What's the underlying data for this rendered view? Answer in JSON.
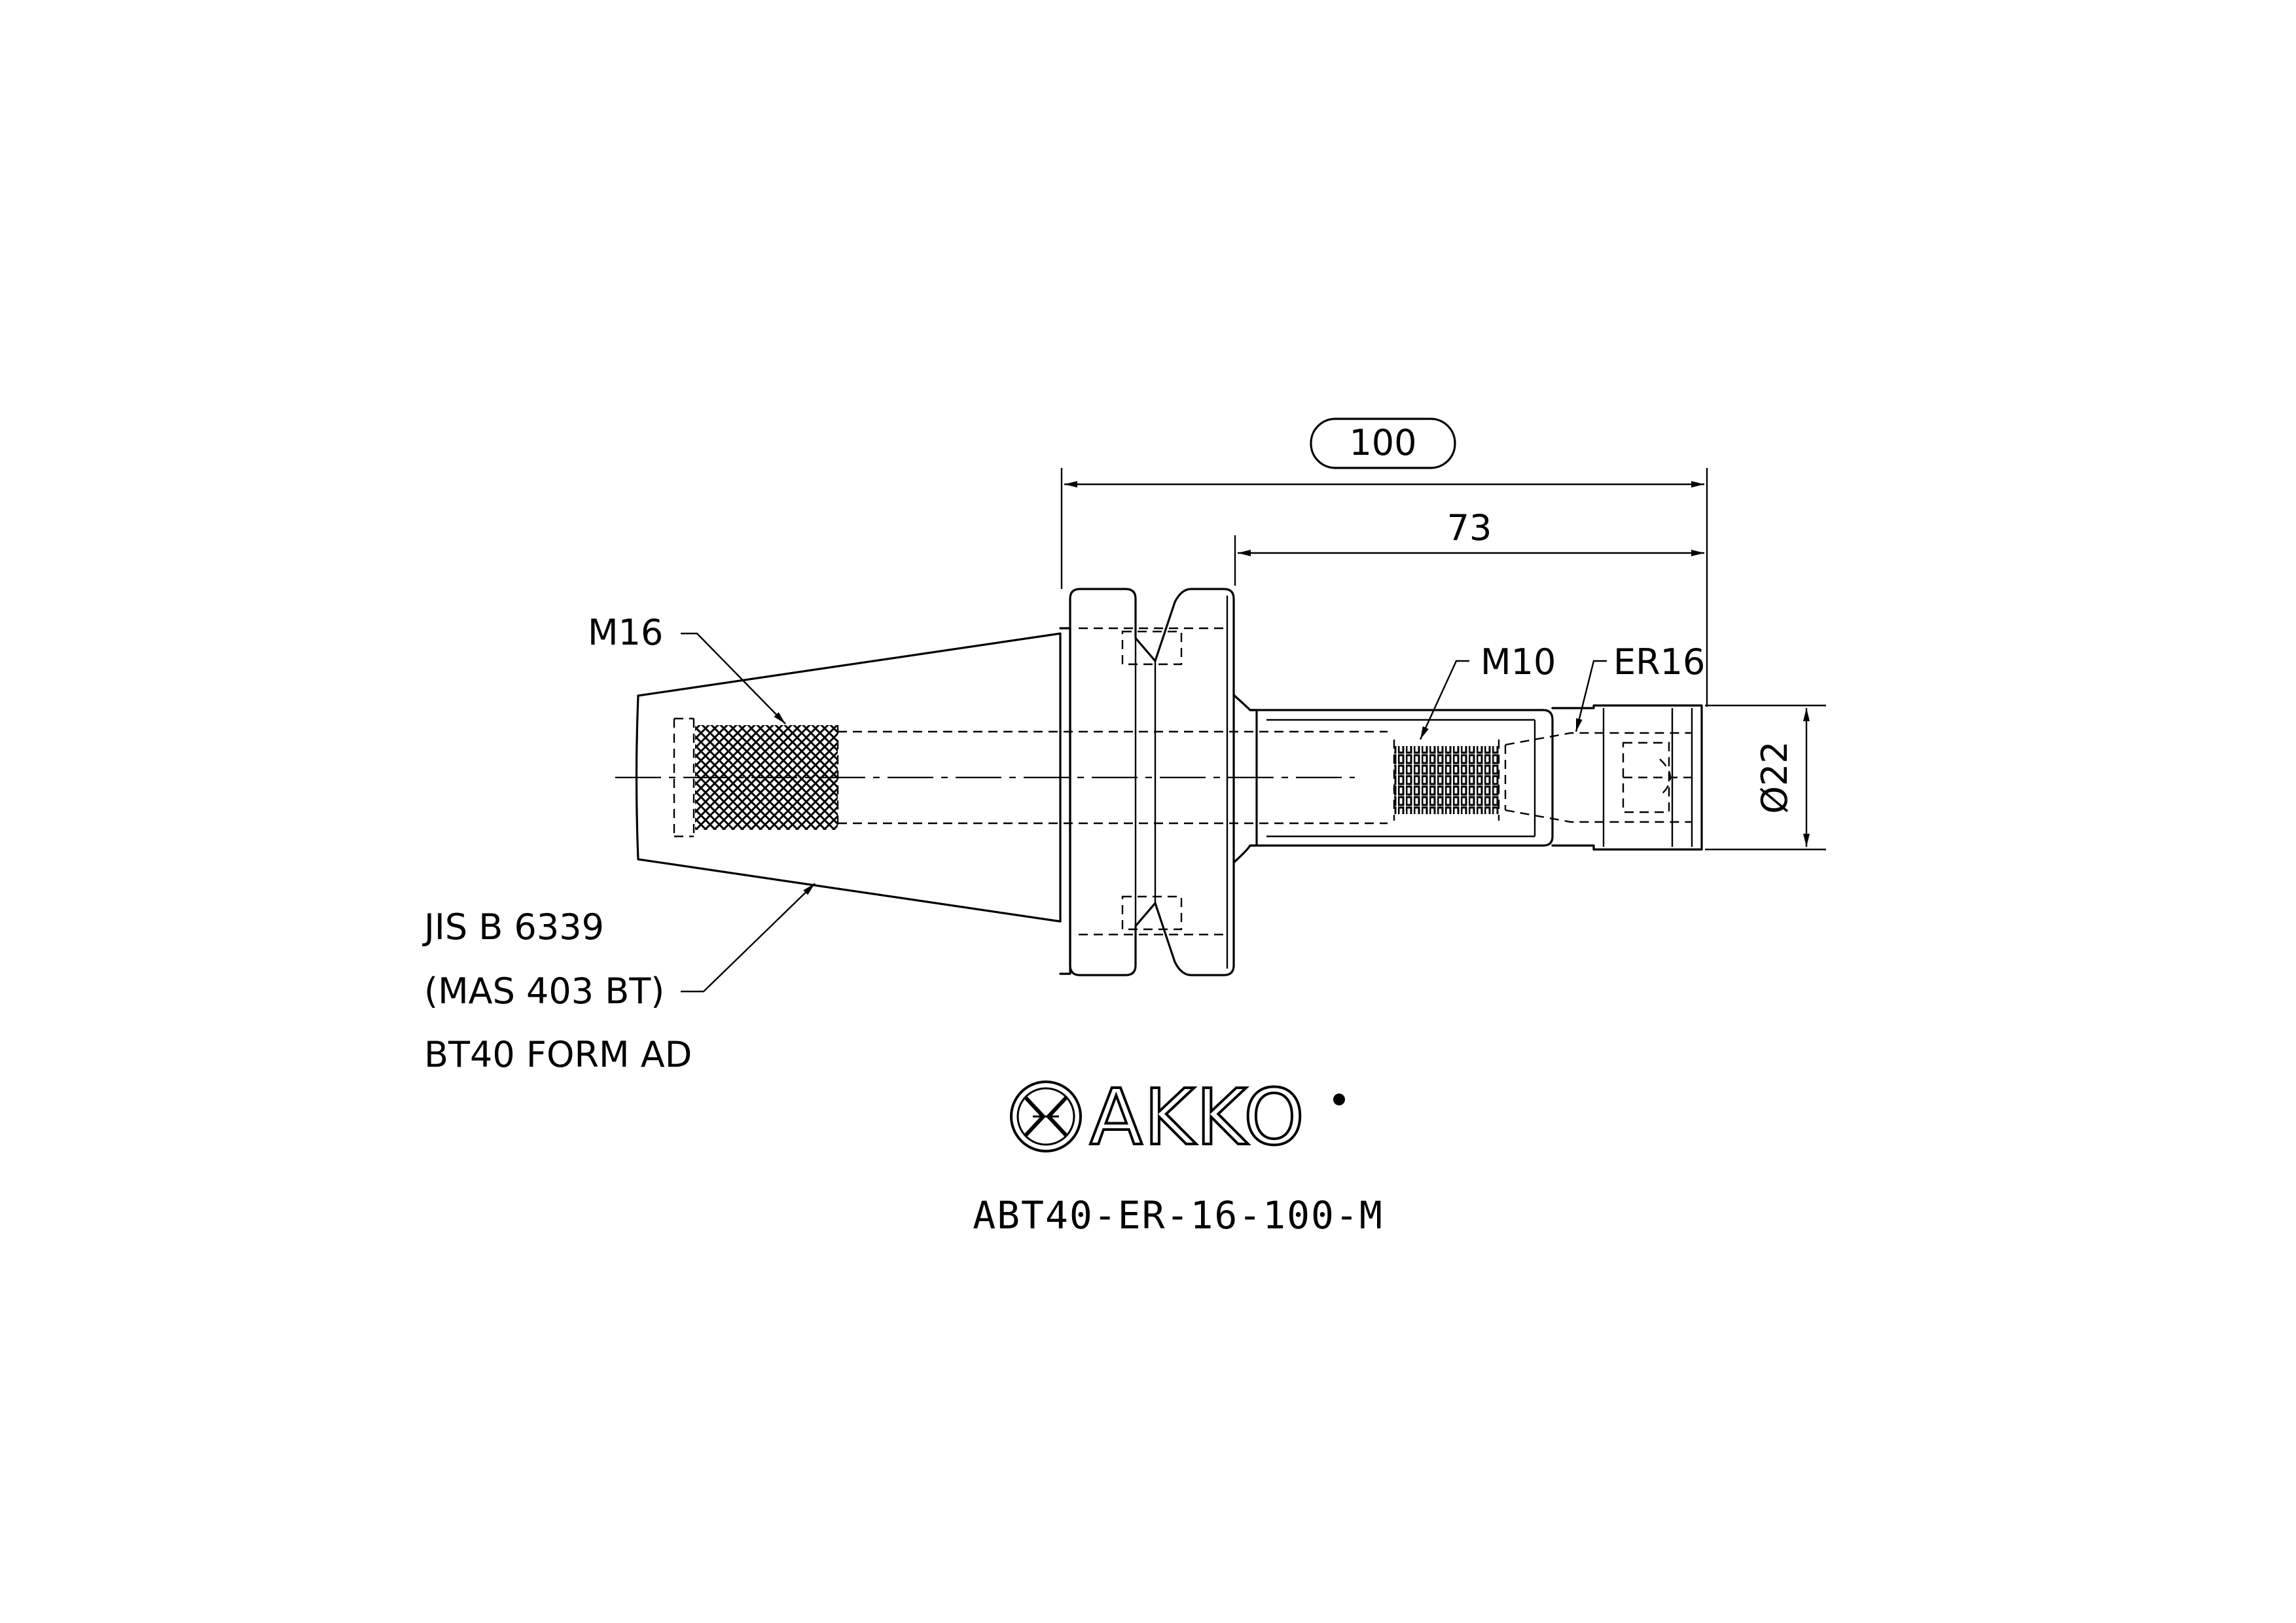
{
  "dimensions": {
    "overall_length": "100",
    "gauge_length": "73",
    "diameter": "Ø22"
  },
  "callouts": {
    "drawbar_thread": "M16",
    "stop_screw_thread": "M10",
    "collet_type": "ER16",
    "standard_line1": "JIS B 6339",
    "standard_line2": "(MAS 403 BT)",
    "standard_line3": "BT40 FORM AD"
  },
  "brand": {
    "name": "AKKO",
    "logo_icon": "akko-double-chevron-logo-icon",
    "registered_mark": "registered-mark-icon"
  },
  "part_number": "ABT40-ER-16-100-M"
}
